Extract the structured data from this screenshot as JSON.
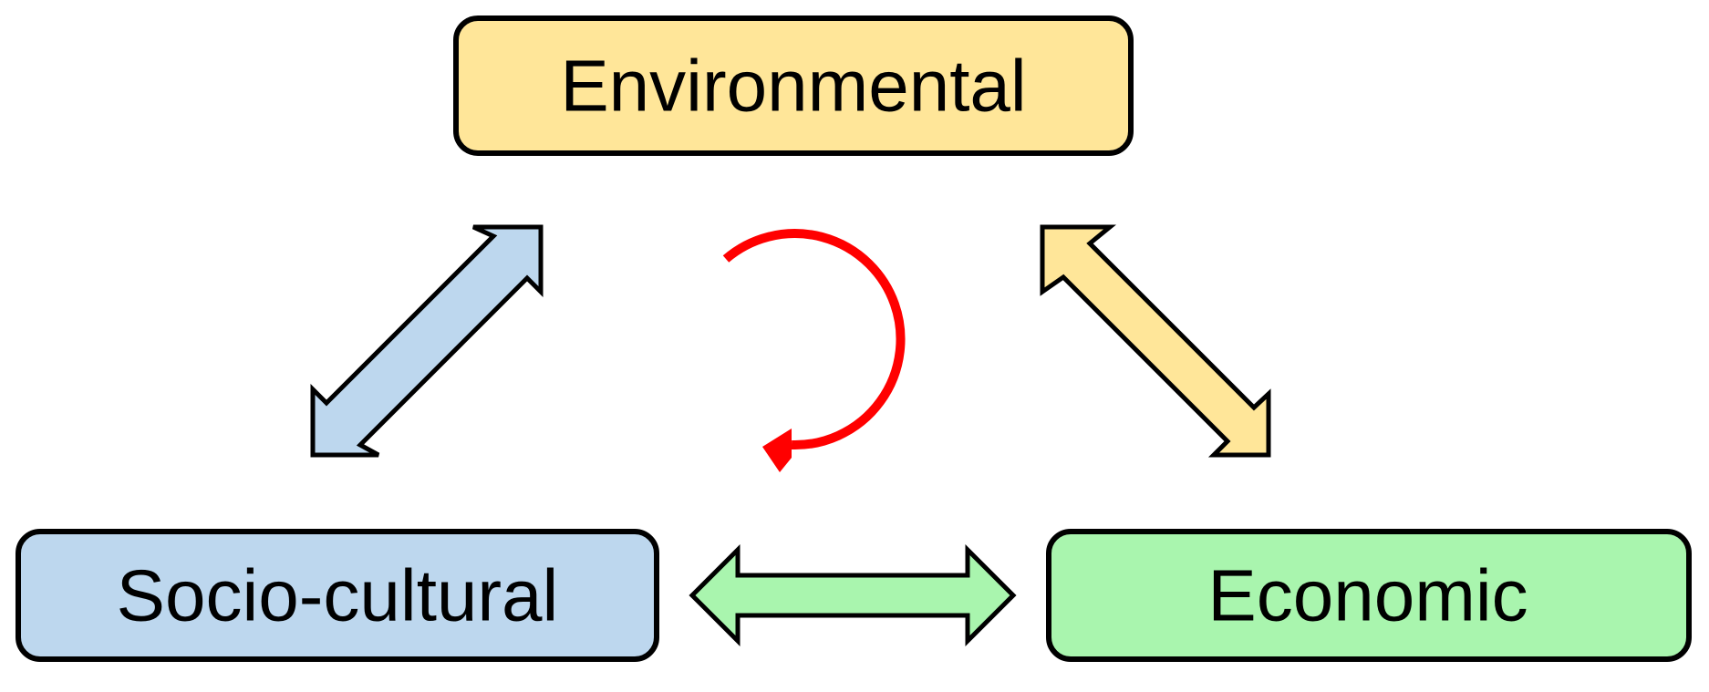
{
  "diagram": {
    "nodes": {
      "environmental": {
        "label": "Environmental",
        "fill": "#FFE699"
      },
      "socio_cultural": {
        "label": "Socio-cultural",
        "fill": "#BDD7EE"
      },
      "economic": {
        "label": "Economic",
        "fill": "#A9F5AE"
      }
    },
    "arrows": {
      "environmental_socio_cultural": {
        "fill": "#BDD7EE"
      },
      "environmental_economic": {
        "fill": "#FFE699"
      },
      "socio_cultural_economic": {
        "fill": "#A9F5AE"
      },
      "cycle": {
        "color": "#FF0000",
        "direction": "clockwise"
      }
    },
    "outline_color": "#000000"
  }
}
